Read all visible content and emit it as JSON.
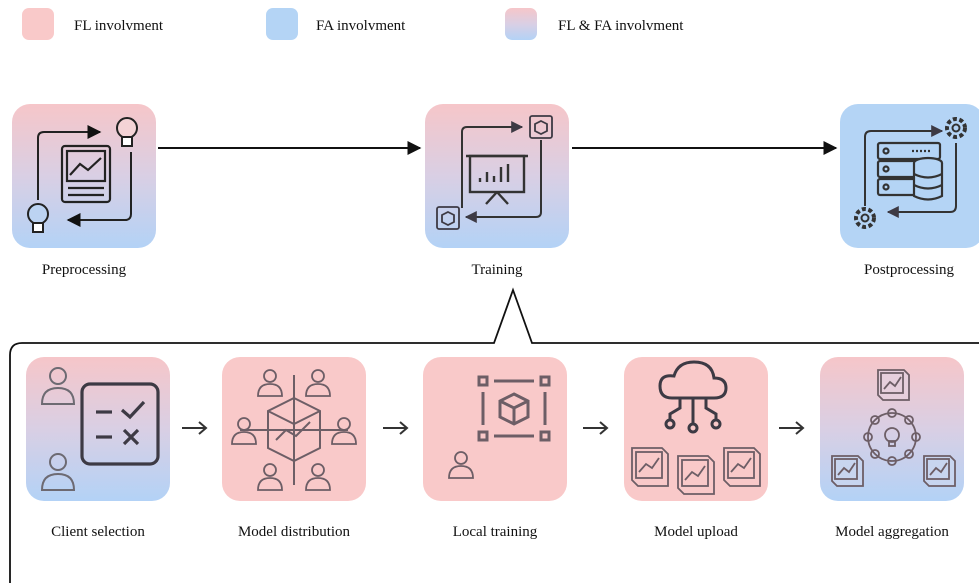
{
  "legend": {
    "fl": "FL involvment",
    "fa": "FA involvment",
    "both": "FL & FA involvment"
  },
  "colors": {
    "fl": "#f9c9c9",
    "fa": "#b4d4f5",
    "icon_stroke": "#3d3a44"
  },
  "stages": {
    "preprocessing": "Preprocessing",
    "training": "Training",
    "postprocessing": "Postprocessing"
  },
  "steps": {
    "client_selection": "Client selection",
    "model_distribution": "Model distribution",
    "local_training": "Local training",
    "model_upload": "Model upload",
    "model_aggregation": "Model aggregation"
  },
  "icons": [
    "report-chart-icon",
    "lightbulb-icon",
    "presentation-chart-icon",
    "model-cube-icon",
    "server-database-icon",
    "gear-icon",
    "user-icon",
    "checklist-icon",
    "cloud-network-icon",
    "arrow-right-icon"
  ]
}
